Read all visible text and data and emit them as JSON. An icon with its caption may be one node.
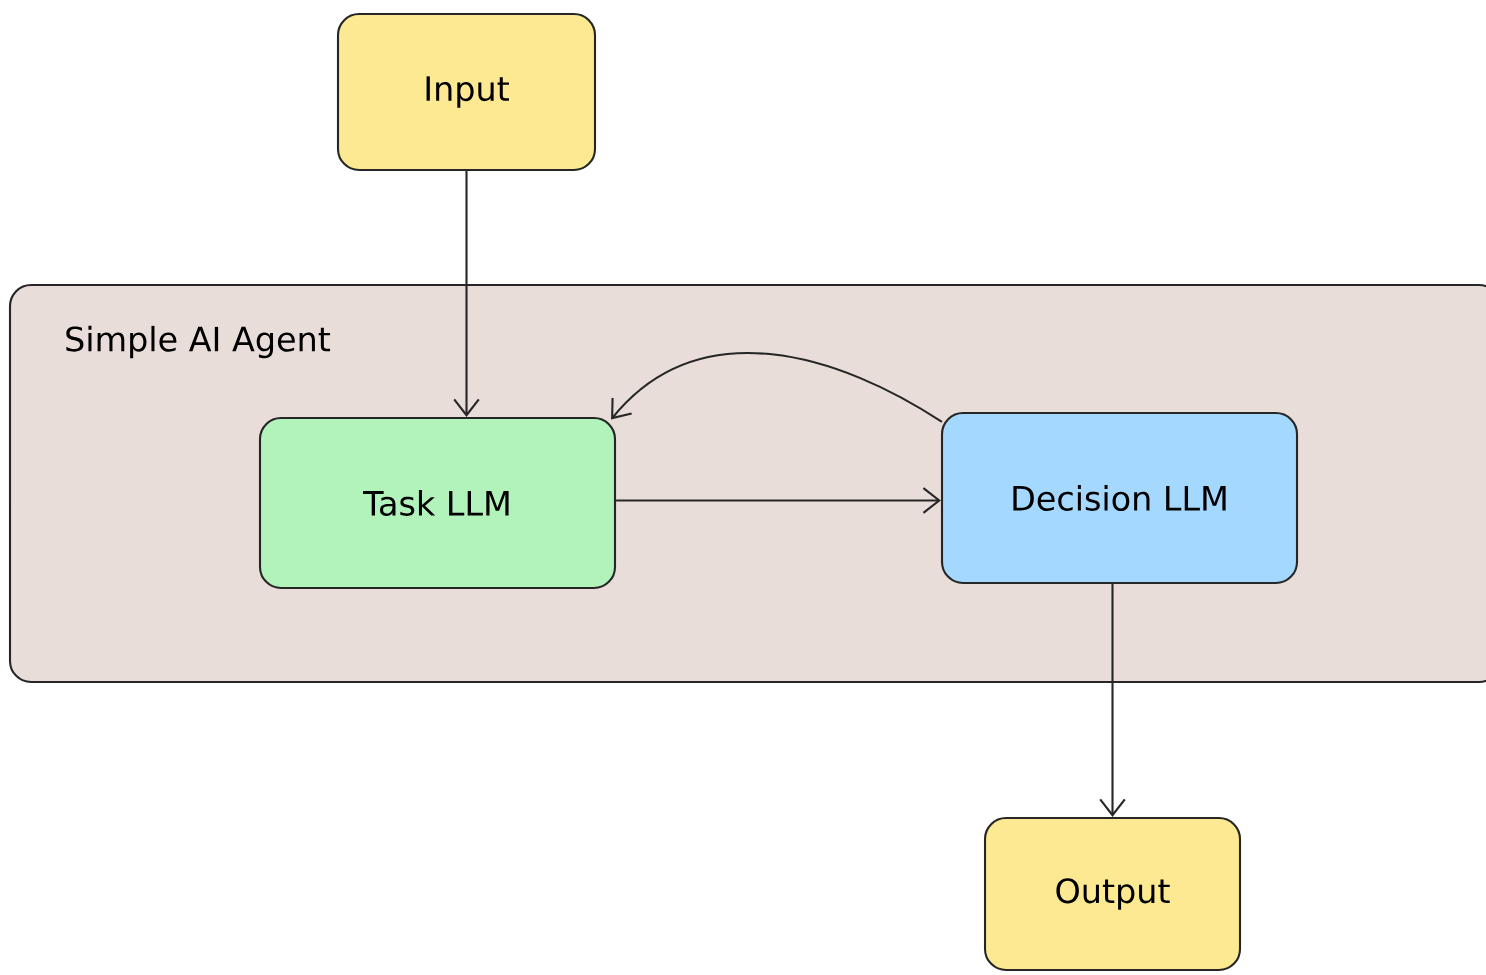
{
  "diagram": {
    "nodes": [
      {
        "text": [
          "Simple AI Agent"
        ]
      },
      {
        "text": [
          "Input"
        ]
      },
      {
        "text": [
          "Task LLM"
        ],
        "in": 0
      },
      {
        "text": [
          "Decision LLM"
        ],
        "in": 0
      },
      {
        "text": [
          "Output"
        ]
      }
    ],
    "edges": [
      {
        "from": 1,
        "to": 2,
        "arrow": "to"
      },
      {
        "from": 2,
        "to": 3,
        "arrow": "to"
      },
      {
        "from": 3,
        "to": 2,
        "arrow": "to"
      },
      {
        "from": 3,
        "to": 4,
        "arrow": "to"
      }
    ]
  }
}
